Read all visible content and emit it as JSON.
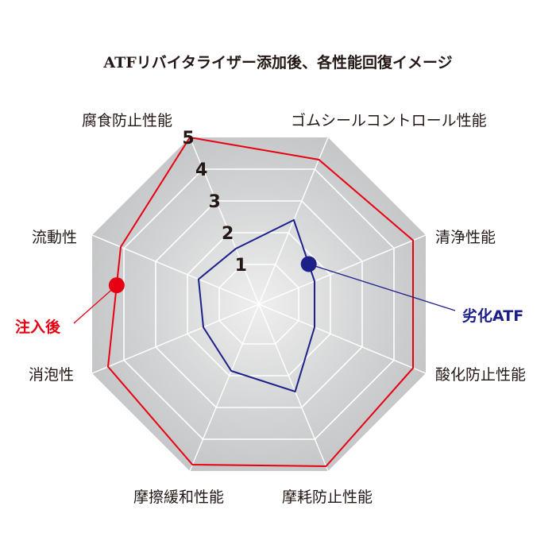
{
  "title": "ATFリバイタライザー添加後、各性能回復イメージ",
  "chart_data": {
    "type": "radar",
    "title": "ATFリバイタライザー添加後、各性能回復イメージ",
    "axes": [
      "腐食防止性能",
      "ゴムシールコントロール性能",
      "清浄性能",
      "酸化防止性能",
      "摩耗防止性能",
      "摩擦緩和性能",
      "消泡性",
      "流動性"
    ],
    "scale": {
      "min": 0,
      "max": 5,
      "ticks": [
        1,
        2,
        3,
        4,
        5
      ]
    },
    "grid": true,
    "series": [
      {
        "name": "注入後",
        "color": "#e60012",
        "values": [
          5.0,
          4.3,
          4.6,
          4.6,
          4.85,
          4.8,
          4.5,
          4.1
        ]
      },
      {
        "name": "劣化ATF",
        "color": "#1d2088",
        "values": [
          1.5,
          2.4,
          1.5,
          1.5,
          2.5,
          1.85,
          1.5,
          1.65
        ]
      }
    ],
    "legend": [
      {
        "name": "注入後",
        "position": "left"
      },
      {
        "name": "劣化ATF",
        "position": "right"
      }
    ]
  },
  "axis_labels": {
    "corrosion": "腐食防止性能",
    "rubber_seal": "ゴムシールコントロール性能",
    "cleaning": "清浄性能",
    "oxidation": "酸化防止性能",
    "wear": "摩耗防止性能",
    "friction": "摩擦緩和性能",
    "antifoam": "消泡性",
    "fluidity": "流動性"
  },
  "legend": {
    "after": "注入後",
    "degraded": "劣化ATF"
  },
  "colors": {
    "after": "#e60012",
    "degraded": "#1d2088",
    "grid": "#ffffff",
    "fill_outer": "#c4c5c6",
    "fill_inner": "#eeeeee"
  }
}
